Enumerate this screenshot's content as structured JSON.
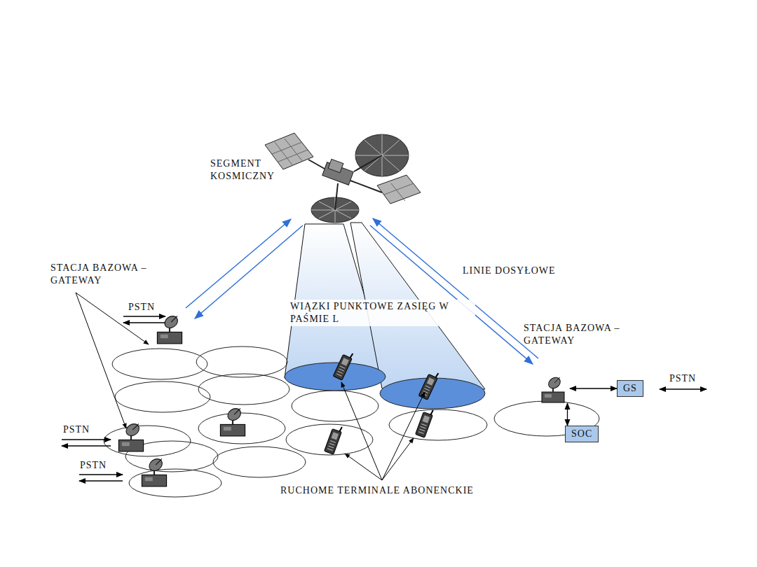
{
  "diagram": {
    "nodes": [
      {
        "text": [
          "STACJA BAZOWA – GATEWAY"
        ]
      },
      {
        "text": [
          "GS"
        ]
      },
      {
        "text": [
          "SOC"
        ]
      }
    ],
    "edges": [
      {
        "from": 0,
        "to": 1,
        "arrow": "both"
      },
      {
        "from": 0,
        "to": 2,
        "arrow": "both"
      }
    ],
    "labels": [
      "SEGMENT KOSMICZNY",
      "STACJA BAZOWA – GATEWAY",
      "PSTN",
      "LINIE DOSYŁOWE",
      "WIĄZKI PUNKTOWE ZASIĘG W PAŚMIE L",
      "PSTN",
      "PSTN",
      "PSTN",
      "RUCHOME TERMINALE ABONENCKIE"
    ]
  }
}
